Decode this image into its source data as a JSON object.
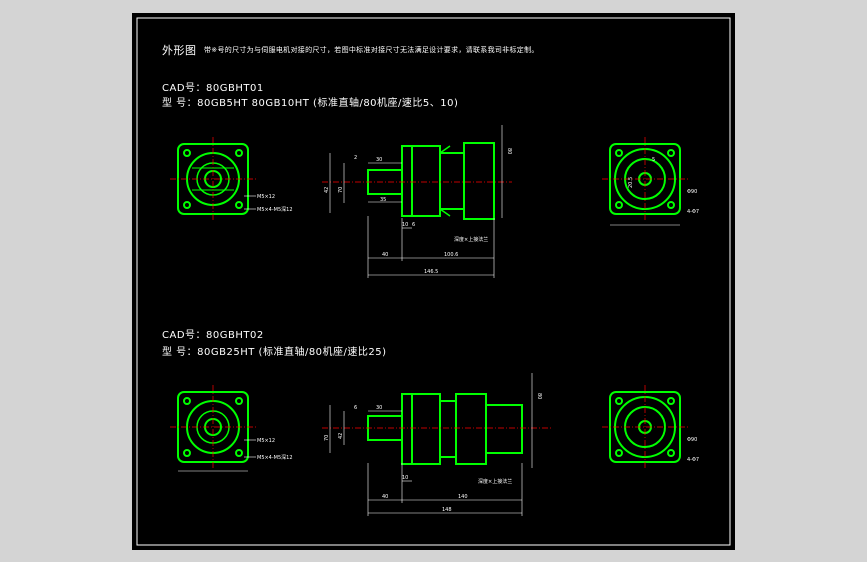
{
  "sheet": {
    "title": "外形图",
    "note": "带※号的尺寸为与伺服电机对接的尺寸，若图中标准对接尺寸无法满足设计要求，请联系我司非标定制。"
  },
  "model1": {
    "cad": "CAD号：80GBHT01",
    "type": "型  号：80GB5HT  80GB10HT  (标准直轴/80机座/速比5、10)",
    "dims": {
      "d30": "30",
      "d35": "35",
      "d2": "2",
      "d40": "40",
      "d100": "100.6",
      "d146": "146.5",
      "d10": "10",
      "d6": "6",
      "dim80": "80",
      "d42": "42",
      "d70": "70",
      "d20": "20.5",
      "d5": "5",
      "pcd": "Φ90",
      "holes": "4-Φ7",
      "motor_label": "M5×12",
      "depth_label": "深度×上接法兰",
      "flange_note": "M5×4-M5深12"
    }
  },
  "model2": {
    "cad": "CAD号：80GBHT02",
    "type": "型  号：80GB25HT (标准直轴/80机座/速比25)",
    "dims": {
      "d30": "30",
      "d6": "6",
      "d40": "40",
      "d148": "148",
      "d140": "140",
      "d10": "10",
      "dim80": "80",
      "d70": "70",
      "d42": "42",
      "pcd": "Φ90",
      "holes": "4-Φ7",
      "motor_label": "M5×12",
      "depth_label": "深度×上接法兰",
      "flange_note": "M5×4-M5深12"
    }
  },
  "colors": {
    "sheet_bg": "#000000",
    "screen_bg": "#d4d4d4",
    "part": "#00ff00",
    "dimension": "#ffffff",
    "centerline": "#ff0000"
  }
}
